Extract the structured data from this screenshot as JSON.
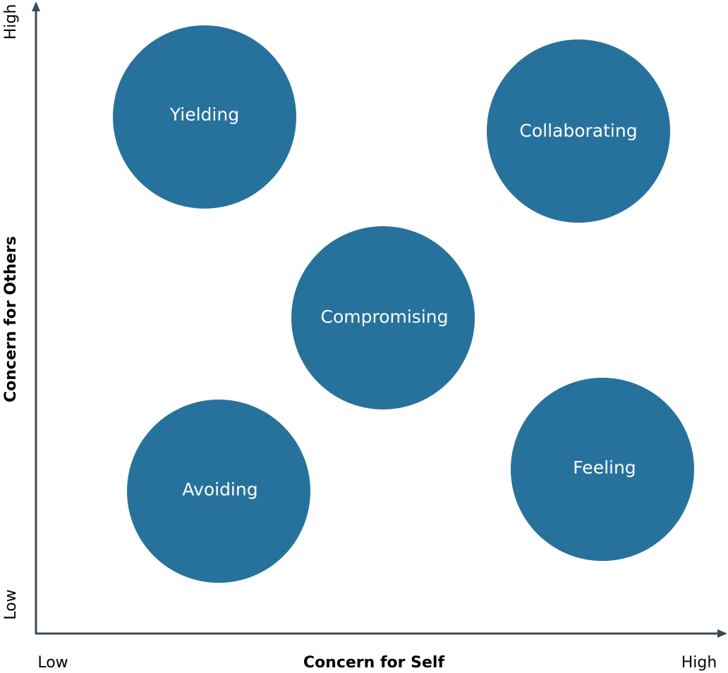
{
  "colors": {
    "bubble": "#26729c",
    "axis": "#3b4a5a",
    "text_dark": "#000000",
    "text_light": "#ffffff"
  },
  "axes": {
    "x": {
      "title": "Concern for Self",
      "low": "Low",
      "high": "High"
    },
    "y": {
      "title": "Concern for Others",
      "low": "Low",
      "high": "High"
    }
  },
  "styles": [
    {
      "id": "yielding",
      "label": "Yielding"
    },
    {
      "id": "collaborating",
      "label": "Collaborating"
    },
    {
      "id": "compromising",
      "label": "Compromising"
    },
    {
      "id": "avoiding",
      "label": "Avoiding"
    },
    {
      "id": "feeling",
      "label": "Feeling"
    }
  ]
}
